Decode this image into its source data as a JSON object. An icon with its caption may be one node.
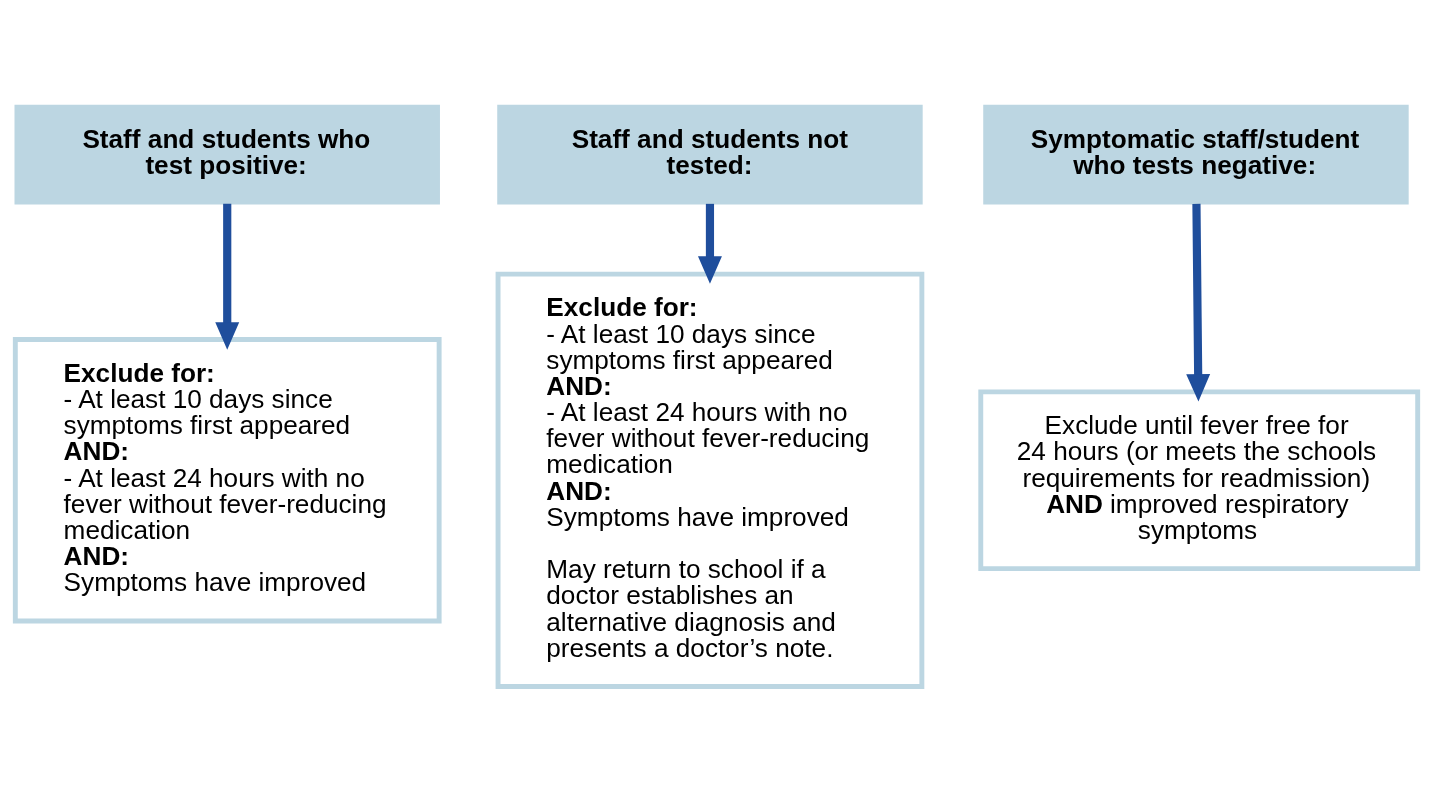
{
  "diagram": {
    "nodes": [
      {
        "text": [
          "Staff and students who test positive:"
        ]
      },
      {
        "text": [
          "Exclude for:",
          "- At least 10 days since symptoms first appeared",
          "AND:",
          "- At least 24 hours with no fever without fever-reducing medication",
          "AND:",
          "Symptoms have improved"
        ]
      },
      {
        "text": [
          "Staff and students not tested:"
        ]
      },
      {
        "text": [
          "Exclude for:",
          "- At least 10 days since symptoms first appeared",
          "AND:",
          "- At least 24 hours with no fever without fever-reducing medication",
          "AND:",
          "Symptoms have improved",
          "May return to school if a doctor establishes an alternative diagnosis and presents a doctor’s note."
        ]
      },
      {
        "text": [
          "Symptomatic staff/student who tests negative:"
        ]
      },
      {
        "text": [
          "Exclude until fever free for 24 hours (or meets the schools requirements for readmission) **AND** improved respiratory symptoms"
        ]
      }
    ],
    "edges": [
      {
        "from": 0,
        "to": 1,
        "arrow": "to"
      },
      {
        "from": 2,
        "to": 3,
        "arrow": "to"
      },
      {
        "from": 4,
        "to": 5,
        "arrow": "to"
      }
    ]
  }
}
